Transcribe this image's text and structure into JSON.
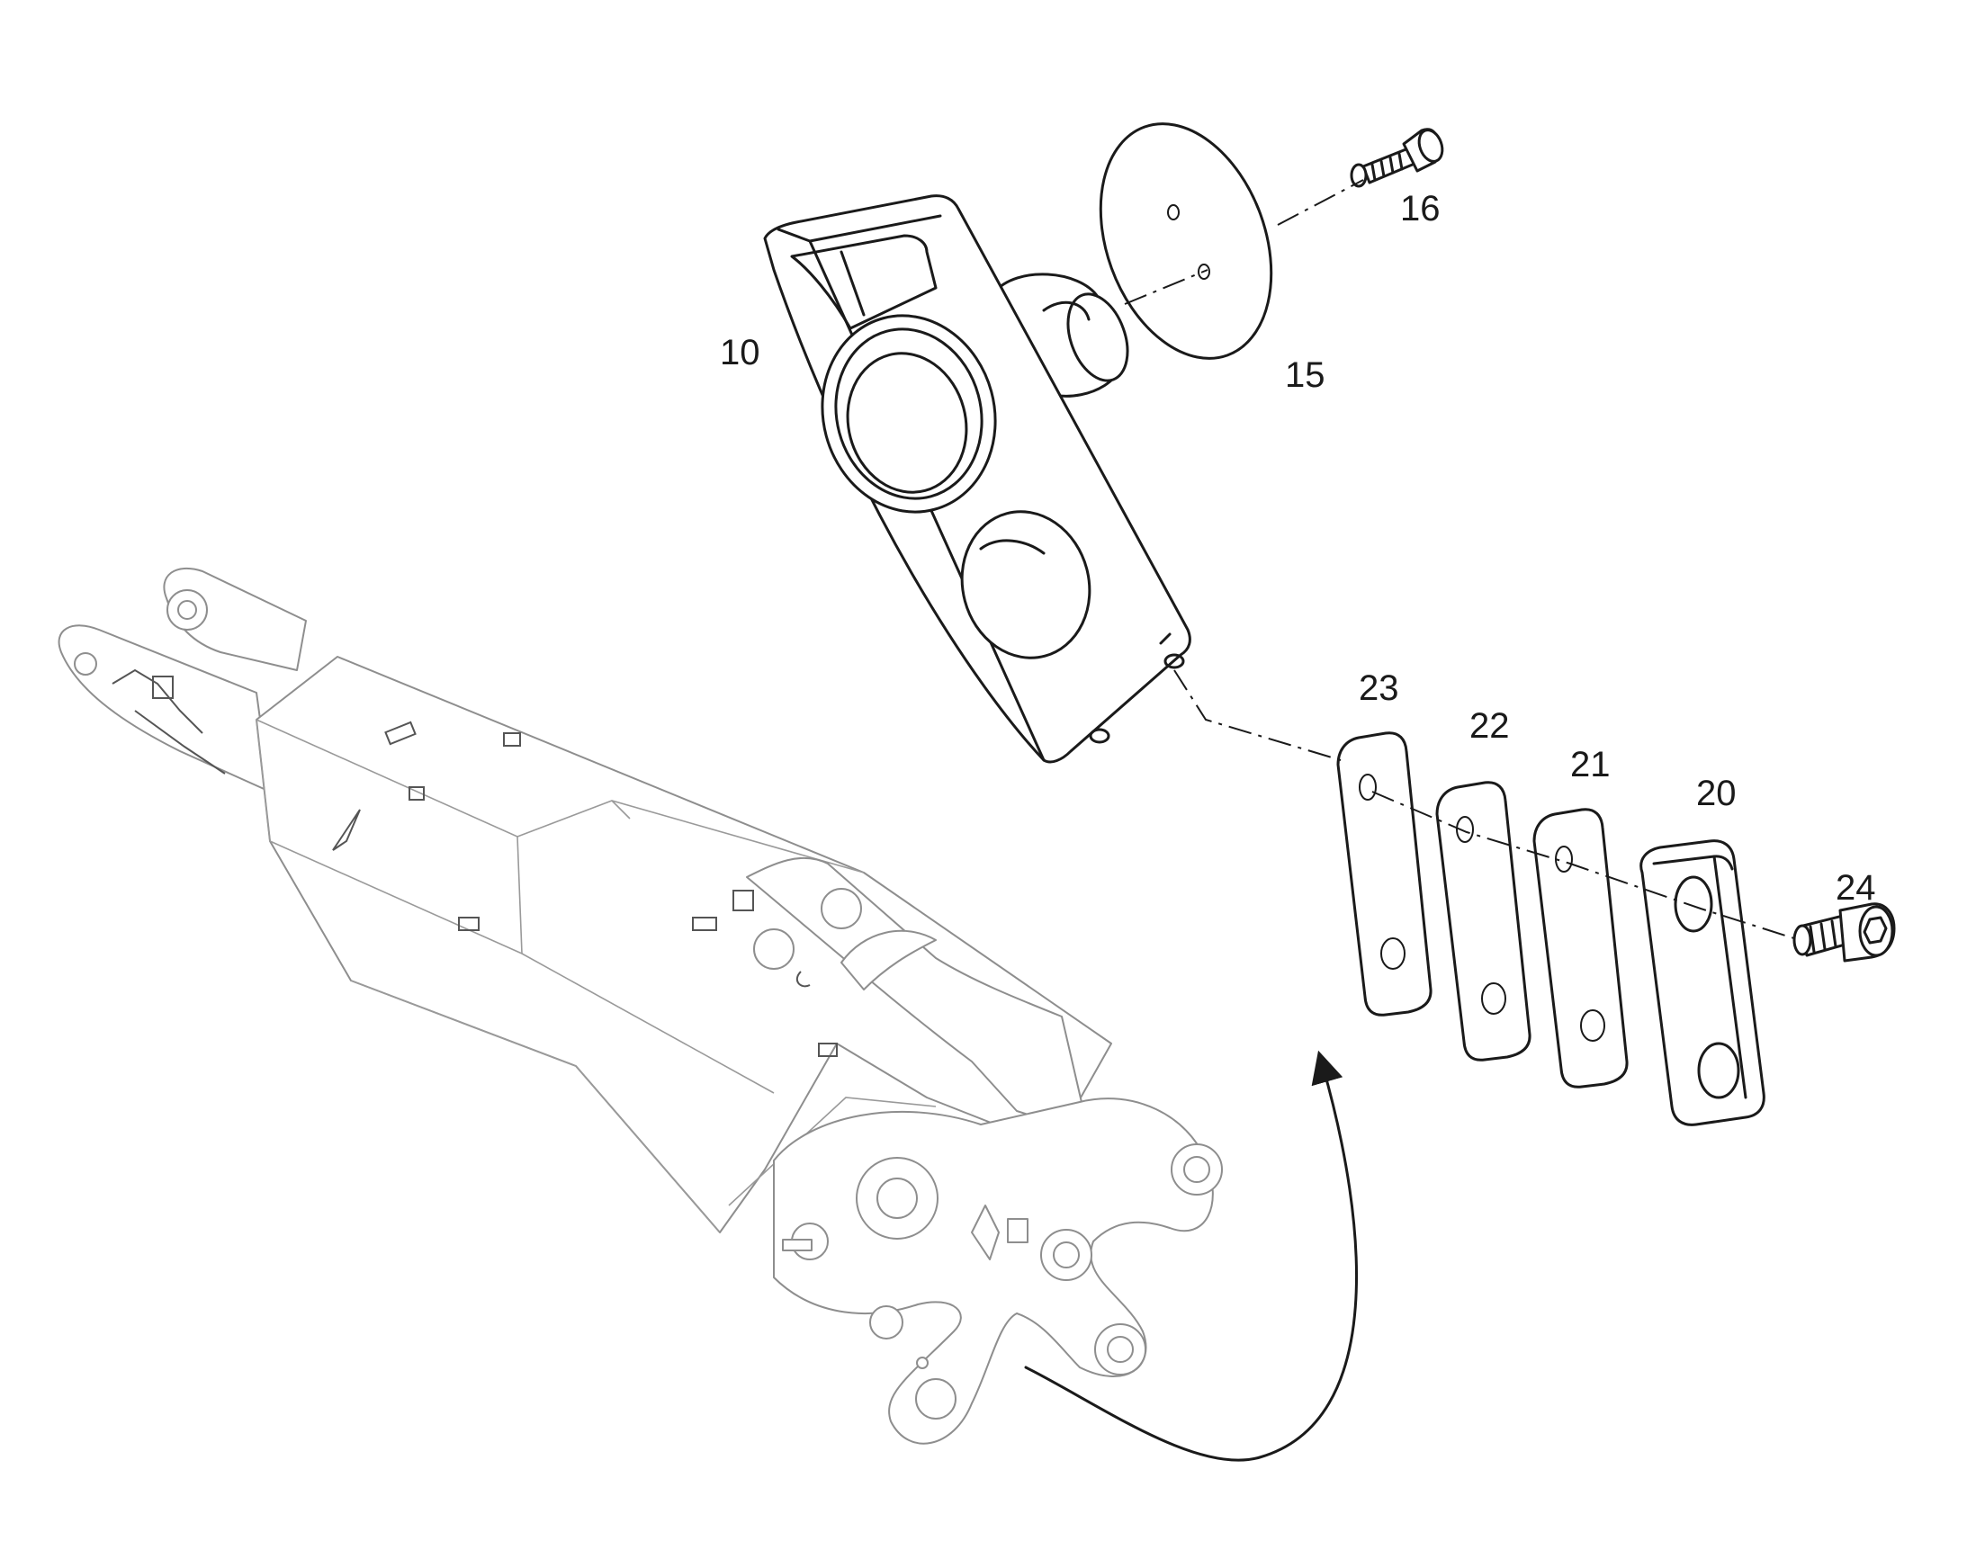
{
  "callouts": [
    {
      "id": "10",
      "label": "10"
    },
    {
      "id": "15",
      "label": "15"
    },
    {
      "id": "16",
      "label": "16"
    },
    {
      "id": "20",
      "label": "20"
    },
    {
      "id": "21",
      "label": "21"
    },
    {
      "id": "22",
      "label": "22"
    },
    {
      "id": "23",
      "label": "23"
    },
    {
      "id": "24",
      "label": "24"
    }
  ]
}
